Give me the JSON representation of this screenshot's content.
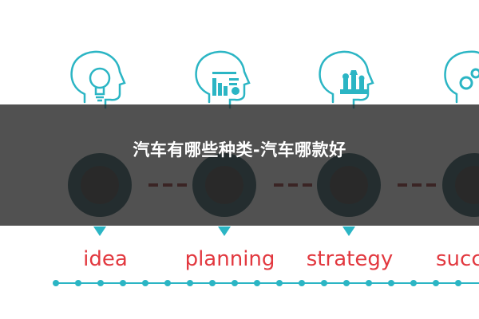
{
  "title": "汽车有哪些种类-汽车哪款好",
  "steps": [
    {
      "label": "idea",
      "icon": "lightbulb-icon"
    },
    {
      "label": "planning",
      "icon": "document-chart-icon"
    },
    {
      "label": "strategy",
      "icon": "chess-pieces-icon"
    },
    {
      "label": "succ",
      "icon": "gears-icon"
    }
  ],
  "colors": {
    "teal": "#2bb5c4",
    "dark_ring": "#1f4d55",
    "red": "#e2383f",
    "dash": "#8a1f1f",
    "overlay": "rgba(38,38,38,0.80)"
  }
}
